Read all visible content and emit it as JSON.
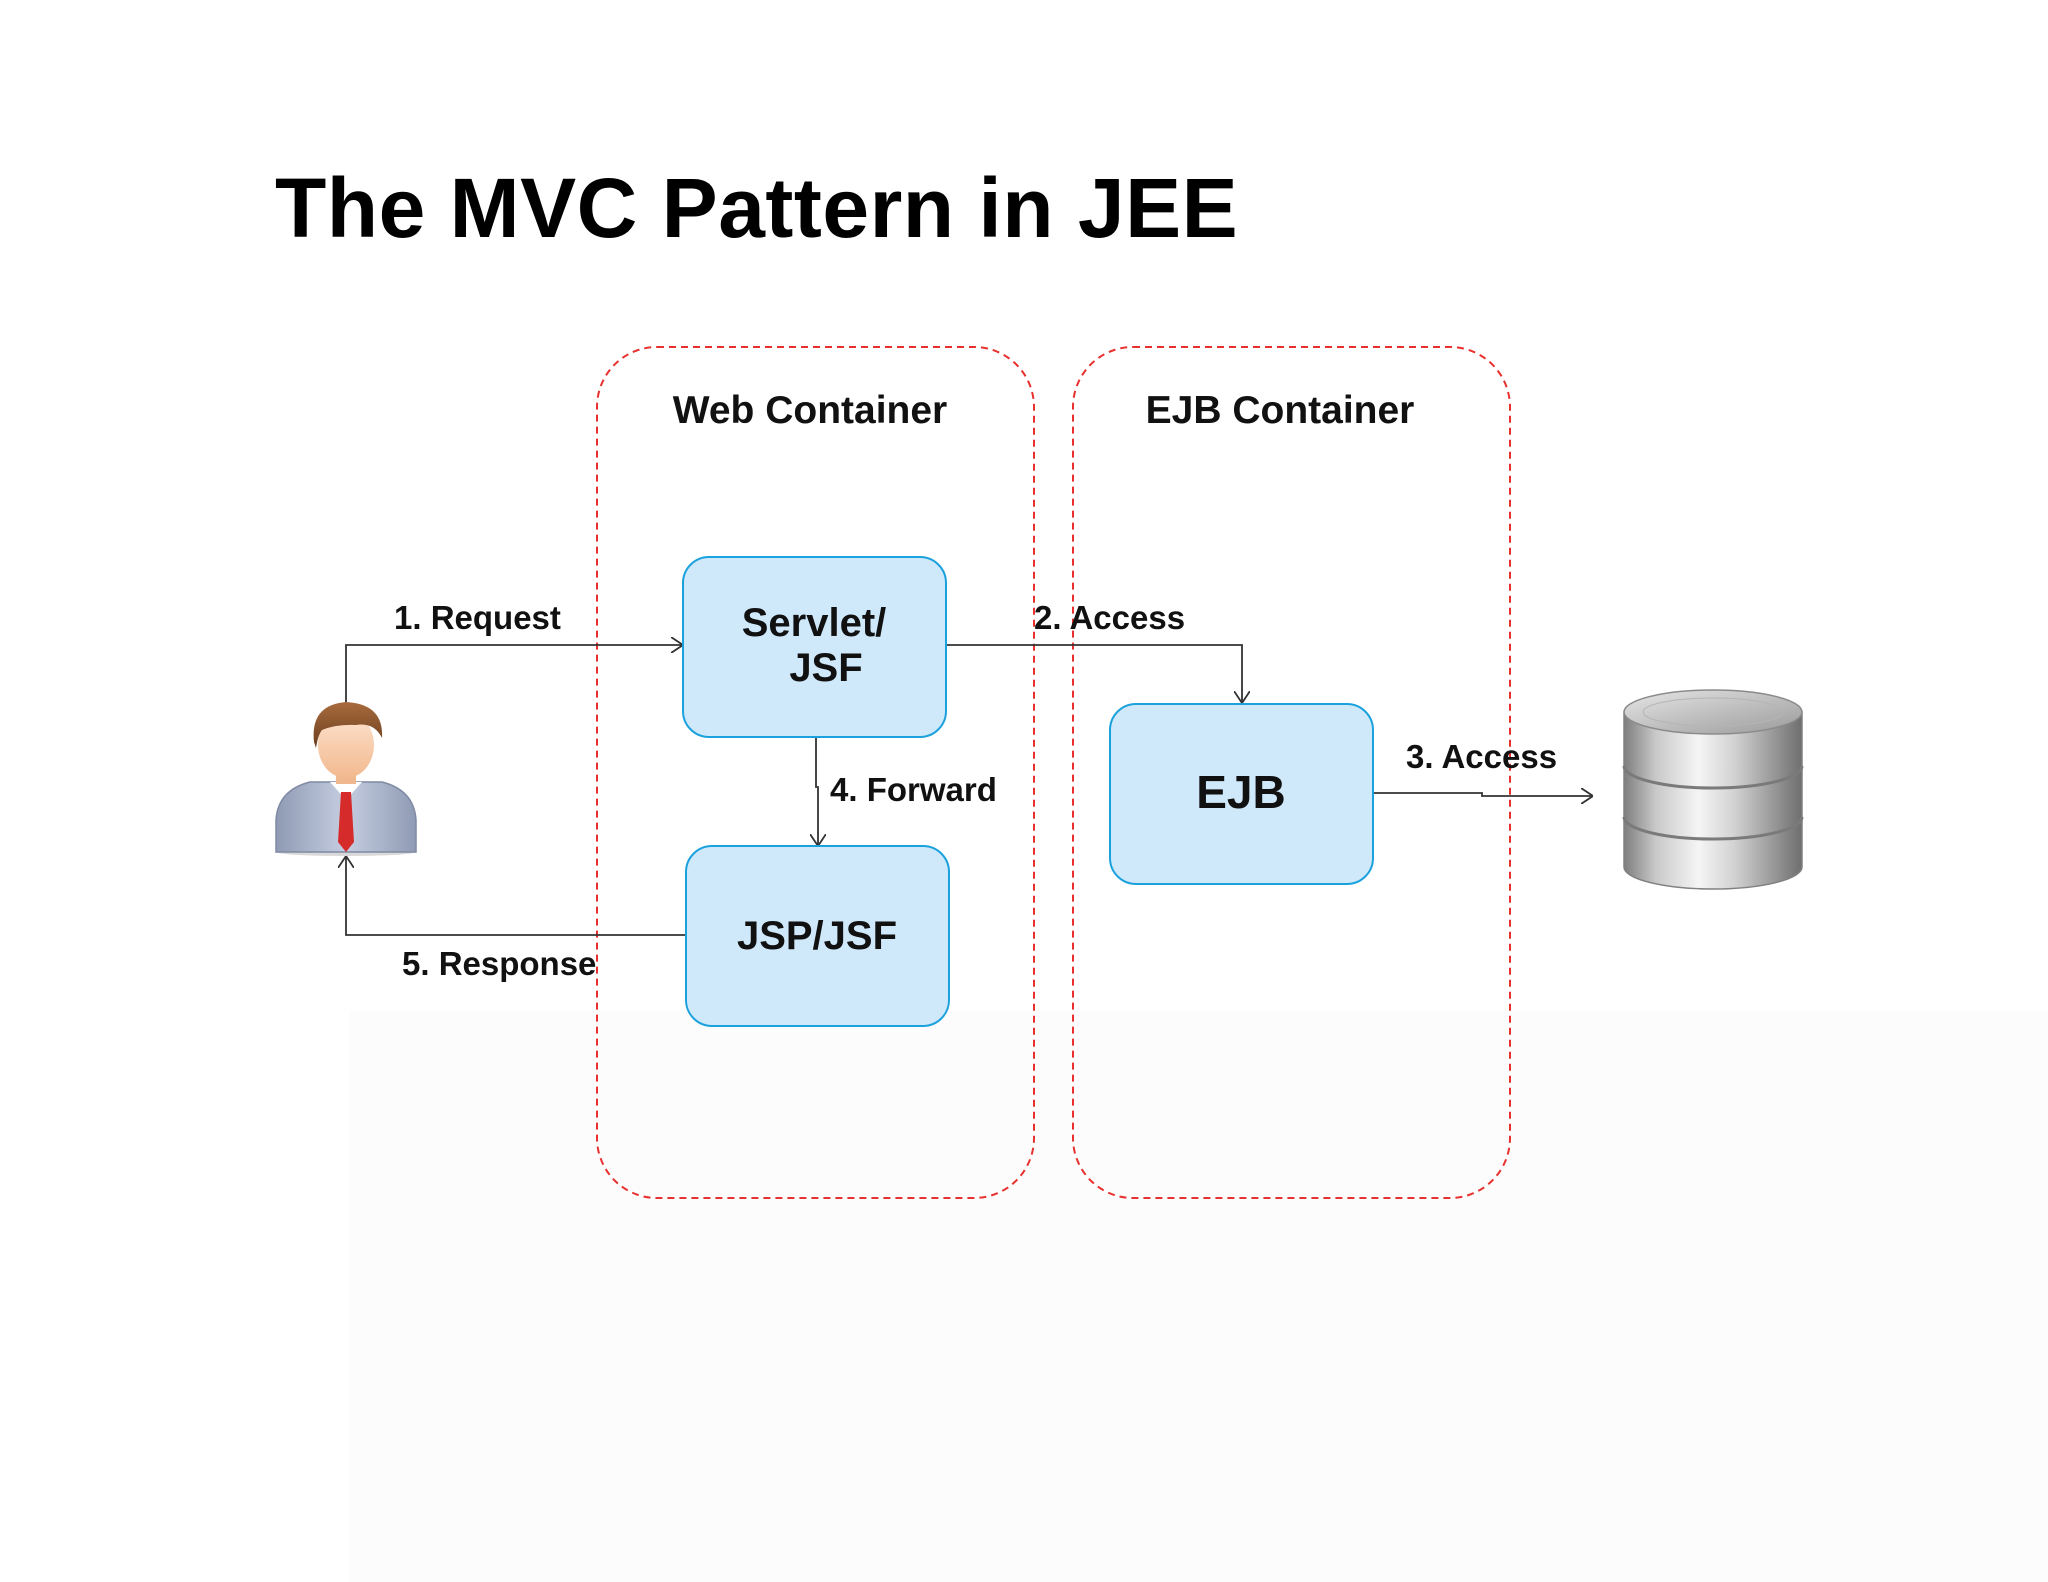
{
  "title": "The MVC Pattern in JEE",
  "containers": {
    "web": "Web Container",
    "ejb": "EJB Container"
  },
  "components": {
    "servlet": [
      "Servlet/",
      "JSF"
    ],
    "jsp": "JSP/JSF",
    "ejb": "EJB"
  },
  "flows": {
    "request": "1. Request",
    "access_ejb": "2. Access",
    "access_db": "3. Access",
    "forward": "4. Forward",
    "response": "5. Response"
  },
  "icons": {
    "user": "user-icon",
    "database": "database-icon"
  },
  "colors": {
    "container_border": "#e8312e",
    "component_fill": "#cfe9fb",
    "component_border": "#1ba1dc",
    "arrow": "#333333"
  }
}
